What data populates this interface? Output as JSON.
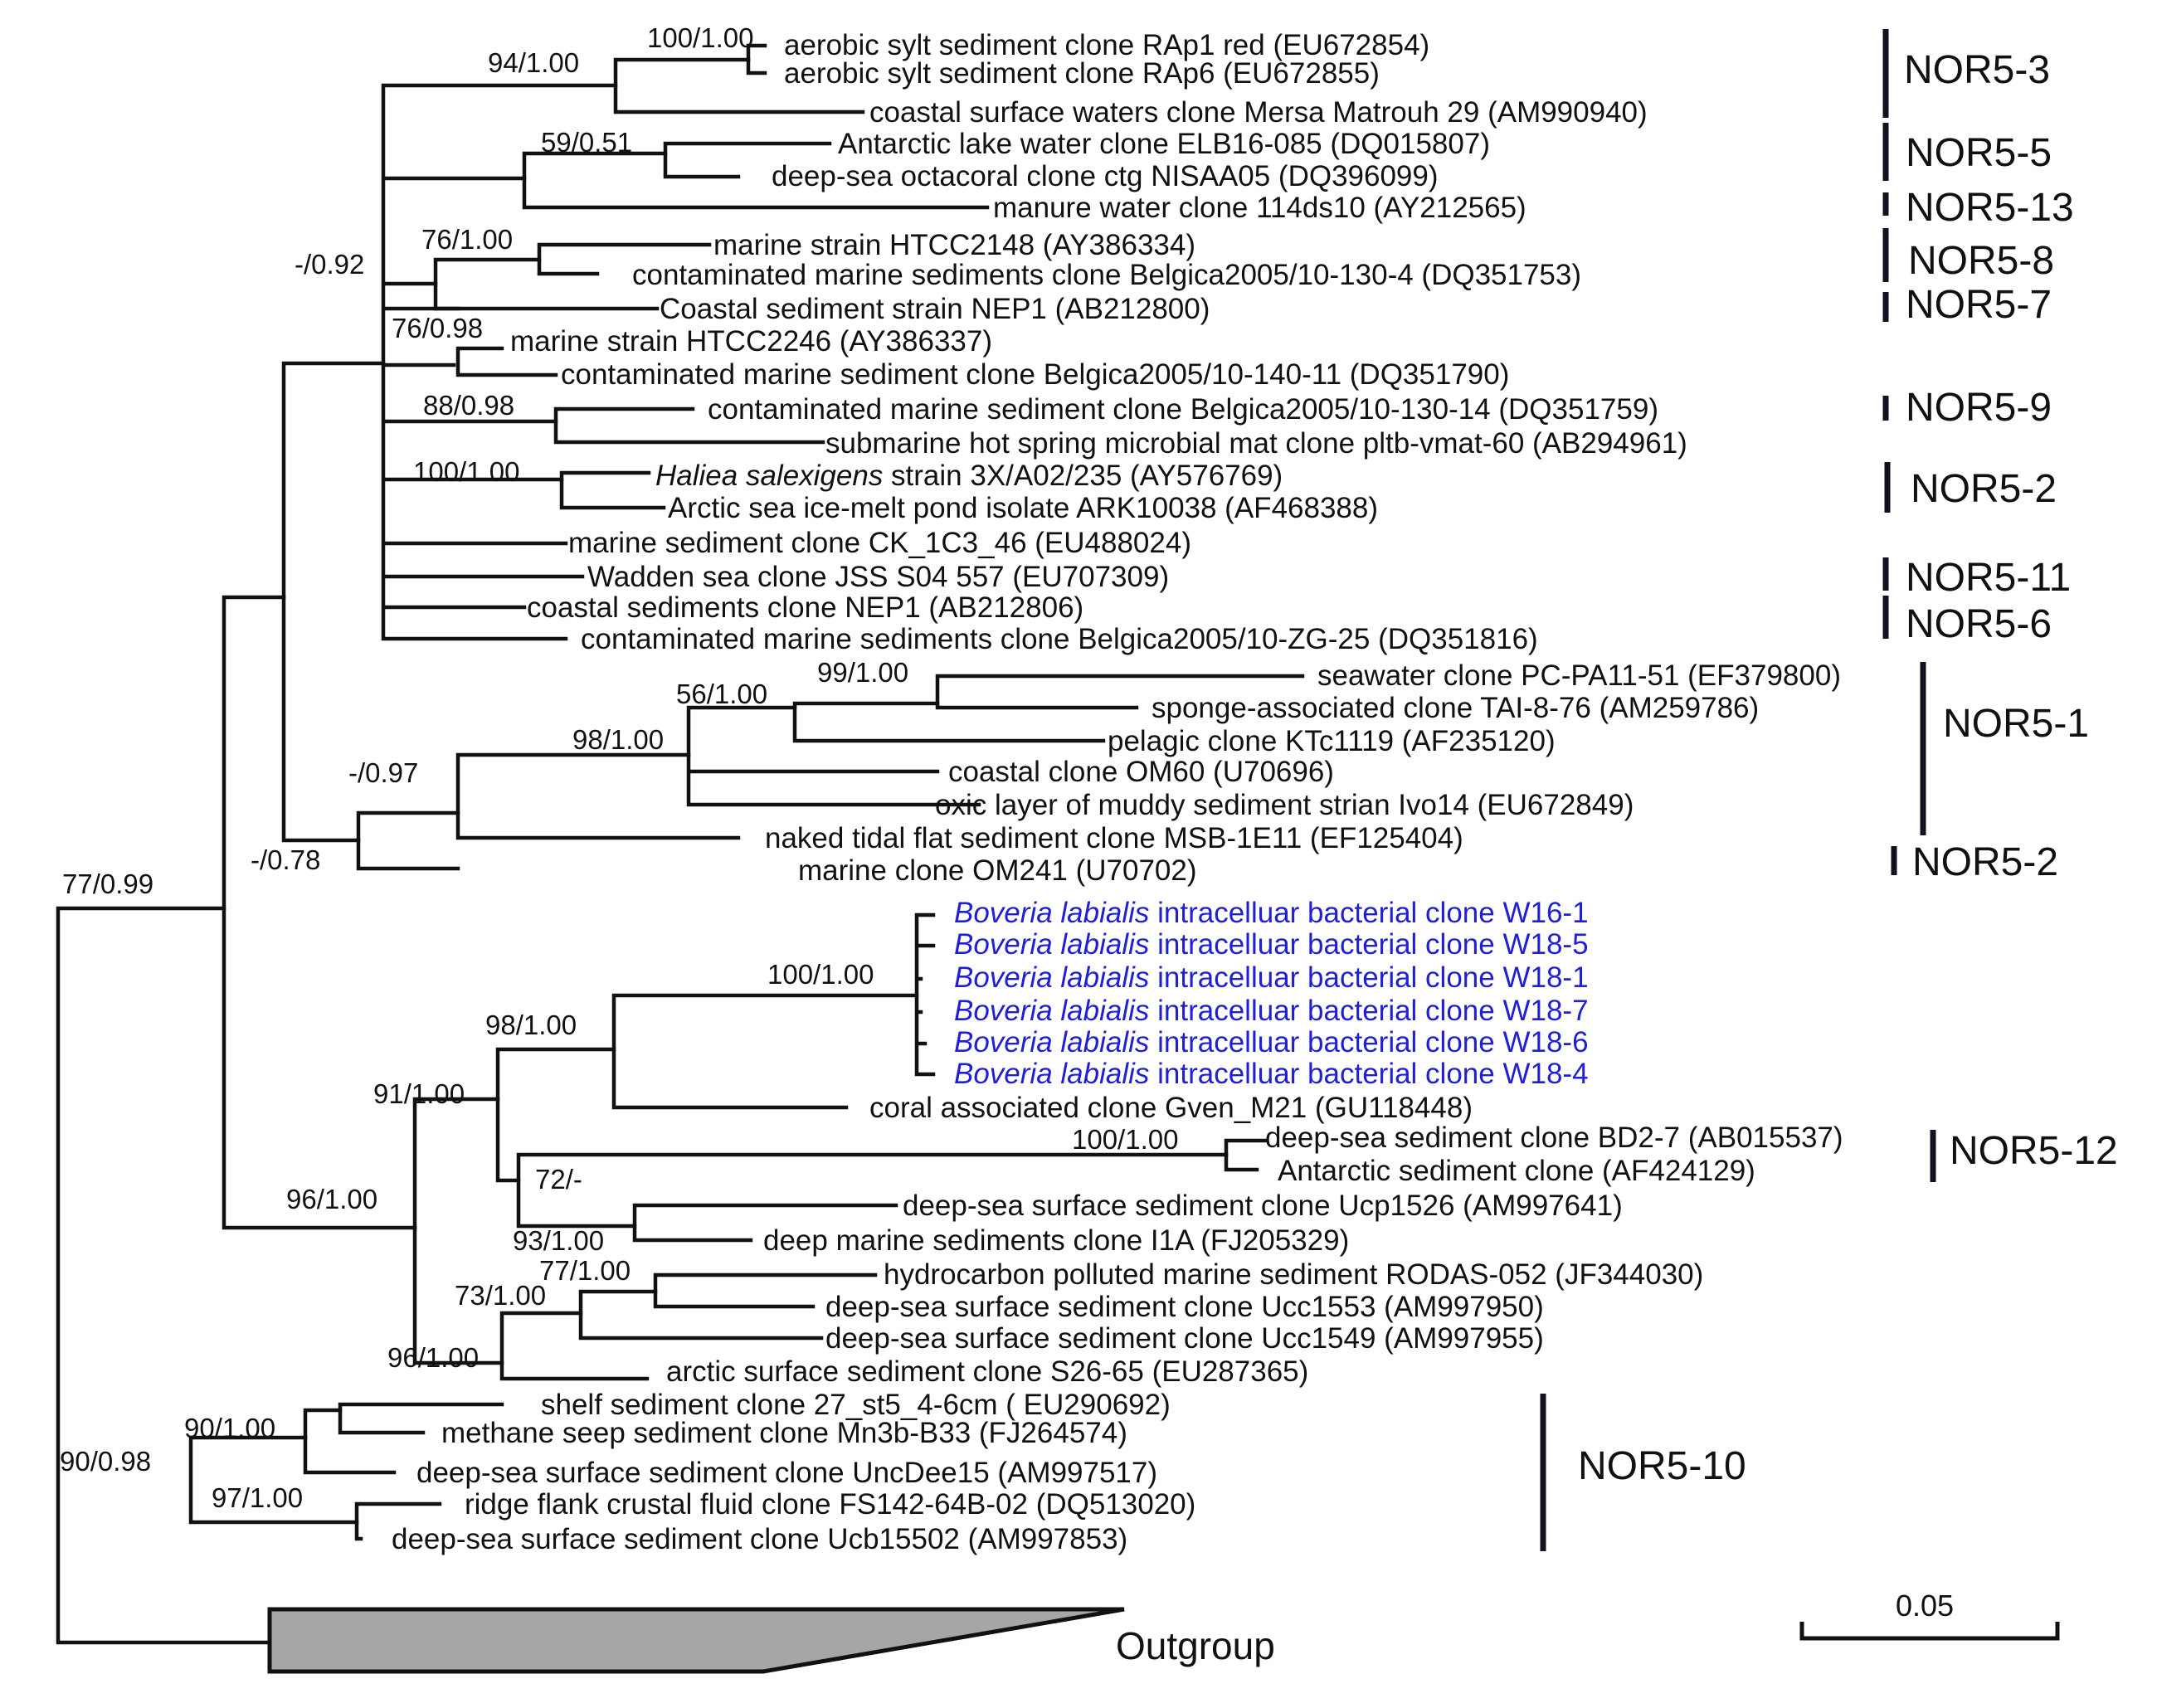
{
  "colors": {
    "branch": "#111111",
    "highlight": "#1f1fd6",
    "outgroup_fill": "#a6a6a6",
    "group_bar": "#111122"
  },
  "taxa": [
    {
      "id": "rap1",
      "text": "aerobic sylt sediment clone RAp1 red  (EU672854)"
    },
    {
      "id": "rap6",
      "text": "aerobic sylt sediment clone RAp6 (EU672855)"
    },
    {
      "id": "mersa",
      "text": "coastal surface waters clone Mersa Matrouh 29 (AM990940)"
    },
    {
      "id": "elb",
      "text": "Antarctic lake water clone ELB16-085 (DQ015807)"
    },
    {
      "id": "nisaa",
      "text": "deep-sea octacoral clone ctg NISAA05 (DQ396099)"
    },
    {
      "id": "manure",
      "text": "manure water clone 114ds10 (AY212565)"
    },
    {
      "id": "htcc2148",
      "text": "marine strain HTCC2148 (AY386334)"
    },
    {
      "id": "belg130_4",
      "text": "contaminated marine sediments clone Belgica2005/10-130-4 (DQ351753)"
    },
    {
      "id": "nep1s",
      "text": "Coastal sediment strain NEP1 (AB212800)"
    },
    {
      "id": "htcc2246",
      "text": "marine strain HTCC2246 (AY386337)"
    },
    {
      "id": "belg140_11",
      "text": "contaminated marine sediment clone Belgica2005/10-140-11 (DQ351790)"
    },
    {
      "id": "belg130_14",
      "text": "contaminated marine sediment clone Belgica2005/10-130-14 (DQ351759)"
    },
    {
      "id": "pltb",
      "text": "submarine hot spring microbial mat clone pltb-vmat-60 (AB294961)"
    },
    {
      "id": "haliea_italic",
      "text": "Haliea salexigens"
    },
    {
      "id": "haliea_rest",
      "text": " strain 3X/A02/235  (AY576769)"
    },
    {
      "id": "ark",
      "text": "Arctic sea ice-melt pond isolate ARK10038 (AF468388)"
    },
    {
      "id": "ck1c3",
      "text": "marine sediment clone CK_1C3_46 (EU488024)"
    },
    {
      "id": "wadden",
      "text": "Wadden sea clone JSS S04 557 (EU707309)"
    },
    {
      "id": "nep1c",
      "text": "coastal sediments clone NEP1 (AB212806)"
    },
    {
      "id": "belgzg25",
      "text": "contaminated marine sediments clone Belgica2005/10-ZG-25 (DQ351816)"
    },
    {
      "id": "pcpa",
      "text": "seawater clone PC-PA11-51 (EF379800)"
    },
    {
      "id": "tai",
      "text": "sponge-associated clone TAI-8-76 (AM259786)"
    },
    {
      "id": "ktc",
      "text": "pelagic clone KTc1119 (AF235120)"
    },
    {
      "id": "om60",
      "text": "coastal clone OM60 (U70696)"
    },
    {
      "id": "ivo14",
      "text": "oxic layer of muddy sediment strian Ivo14 (EU672849)"
    },
    {
      "id": "msb",
      "text": "naked tidal flat sediment clone MSB-1E11 (EF125404)"
    },
    {
      "id": "om241",
      "text": "marine clone OM241 (U70702)"
    },
    {
      "id": "bov_italic",
      "text": "Boveria labialis"
    },
    {
      "id": "w16_1",
      "text": " intracelluar bacterial clone W16-1"
    },
    {
      "id": "w18_5",
      "text": " intracelluar bacterial clone W18-5"
    },
    {
      "id": "w18_1",
      "text": " intracelluar bacterial clone W18-1"
    },
    {
      "id": "w18_7",
      "text": " intracelluar bacterial clone W18-7"
    },
    {
      "id": "w18_6",
      "text": " intracelluar bacterial clone W18-6"
    },
    {
      "id": "w18_4",
      "text": " intracelluar bacterial clone W18-4"
    },
    {
      "id": "gven",
      "text": "coral associated clone Gven_M21 (GU118448)"
    },
    {
      "id": "bd27",
      "text": "deep-sea sediment clone BD2-7 (AB015537)"
    },
    {
      "id": "af424",
      "text": "Antarctic sediment clone (AF424129)"
    },
    {
      "id": "ucp1526",
      "text": "deep-sea surface sediment clone Ucp1526 (AM997641)"
    },
    {
      "id": "i1a",
      "text": "deep marine sediments clone I1A (FJ205329)"
    },
    {
      "id": "rodas",
      "text": "hydrocarbon polluted marine sediment RODAS-052 (JF344030)"
    },
    {
      "id": "ucc1553",
      "text": "deep-sea surface sediment clone Ucc1553 (AM997950)"
    },
    {
      "id": "ucc1549",
      "text": "deep-sea surface sediment clone Ucc1549 (AM997955)"
    },
    {
      "id": "s2665",
      "text": "arctic surface sediment clone S26-65 (EU287365)"
    },
    {
      "id": "shelf",
      "text": "shelf sediment clone 27_st5_4-6cm ( EU290692)"
    },
    {
      "id": "mn3b",
      "text": "methane seep sediment clone Mn3b-B33 (FJ264574)"
    },
    {
      "id": "uncdee",
      "text": "deep-sea surface sediment clone UncDee15 (AM997517)"
    },
    {
      "id": "fs142",
      "text": "ridge flank crustal fluid clone FS142-64B-02 (DQ513020)"
    },
    {
      "id": "ucb",
      "text": "deep-sea surface sediment clone Ucb15502 (AM997853)"
    }
  ],
  "support_values": [
    "100/1.00",
    "94/1.00",
    "59/0.51",
    "76/1.00",
    "-/0.92",
    "76/0.98",
    "88/0.98",
    "100/1.00",
    "99/1.00",
    "56/1.00",
    "98/1.00",
    "-/0.97",
    "-/0.78",
    "77/0.99",
    "100/1.00",
    "98/1.00",
    "91/1.00",
    "100/1.00",
    "72/-",
    "93/1.00",
    "96/1.00",
    "77/1.00",
    "73/1.00",
    "96/1.00",
    "90/1.00",
    "97/1.00",
    "90/0.98"
  ],
  "groups": [
    "NOR5-3",
    "NOR5-5",
    "NOR5-13",
    "NOR5-8",
    "NOR5-7",
    "NOR5-9",
    "NOR5-2",
    "NOR5-11",
    "NOR5-6",
    "NOR5-1",
    "NOR5-2",
    "NOR5-12",
    "NOR5-10"
  ],
  "outgroup_label": "Outgroup",
  "scale_label": "0.05"
}
